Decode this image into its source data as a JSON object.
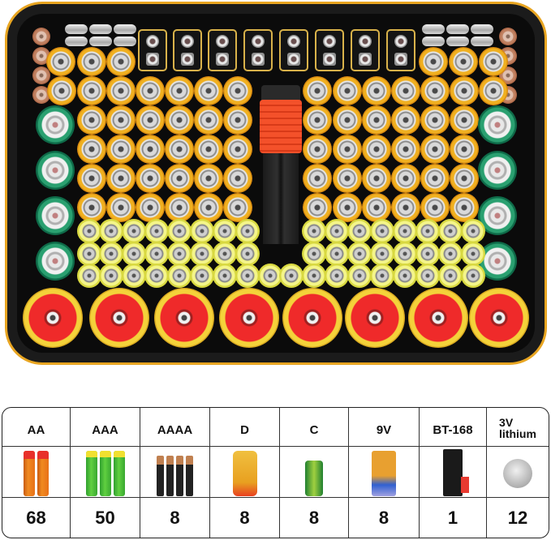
{
  "product": {
    "name": "battery-organizer-case",
    "case_color": "#e8a521",
    "tray_color": "#0b0b0b"
  },
  "table": {
    "columns": [
      {
        "type": "AA",
        "count": "68",
        "illustration": "aa-batteries-icon"
      },
      {
        "type": "AAA",
        "count": "50",
        "illustration": "aaa-batteries-icon"
      },
      {
        "type": "AAAA",
        "count": "8",
        "illustration": "aaaa-batteries-icon"
      },
      {
        "type": "D",
        "count": "8",
        "illustration": "d-battery-icon"
      },
      {
        "type": "C",
        "count": "8",
        "illustration": "c-battery-icon"
      },
      {
        "type": "9V",
        "count": "8",
        "illustration": "9v-battery-icon"
      },
      {
        "type": "BT-168",
        "count": "1",
        "illustration": "battery-tester-icon"
      },
      {
        "type_line1": "3V",
        "type_line2": "lithium",
        "count": "12",
        "illustration": "coin-cell-icon"
      }
    ]
  }
}
